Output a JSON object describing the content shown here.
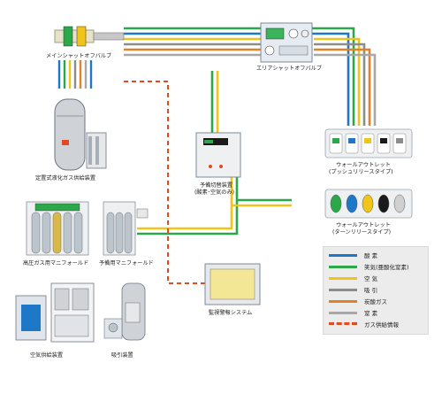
{
  "colors": {
    "oxygen": "#1e78c8",
    "air_syn": "#2aa84a",
    "air": "#f0c419",
    "vacuum": "#8c8c8c",
    "co2": "#e0822a",
    "nitrogen": "#a8a8a8",
    "info": "#e24a24"
  },
  "labels": {
    "main_valve": "メインシャットオフバルブ",
    "area_valve": "エリアシャットオフバルブ",
    "liquid_tank": "定置式液化ガス供給装置",
    "hp_manifold": "高圧ガス用マニフォールド",
    "spare_manifold": "予備用マニフォールド",
    "switch_line1": "予備切替装置",
    "switch_line2": "(酸素･空気のみ)",
    "air_supply": "空気供給装置",
    "vacuum_unit": "吸引装置",
    "monitor": "監視警報システム",
    "outlet_push_1": "ウォールアウトレット",
    "outlet_push_2": "(プッシュリリースタイプ)",
    "outlet_turn_1": "ウォールアウトレット",
    "outlet_turn_2": "(ターンリリースタイプ)"
  },
  "legend": [
    {
      "label": "酸 素",
      "color": "#1e78c8",
      "style": "solid"
    },
    {
      "label": "笑気(亜酸化窒素)",
      "color": "#2aa84a",
      "style": "solid"
    },
    {
      "label": "空 気",
      "color": "#f0c419",
      "style": "solid"
    },
    {
      "label": "吸 引",
      "color": "#8c8c8c",
      "style": "solid"
    },
    {
      "label": "炭酸ガス",
      "color": "#e0822a",
      "style": "solid"
    },
    {
      "label": "窒 素",
      "color": "#a8a8a8",
      "style": "solid"
    },
    {
      "label": "ガス供給情報",
      "color": "#e24a24",
      "style": "dashed"
    }
  ]
}
